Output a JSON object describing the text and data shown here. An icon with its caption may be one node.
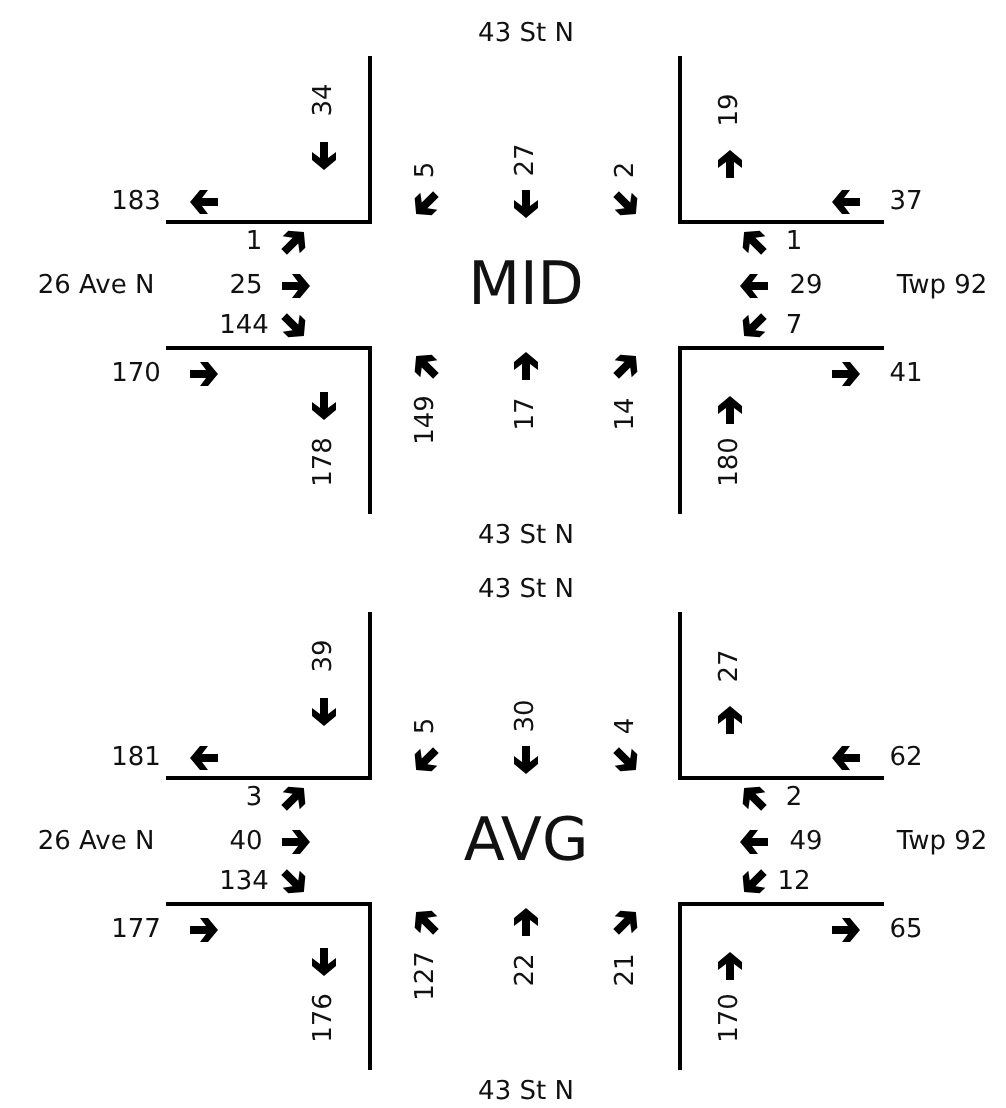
{
  "diagram": {
    "labels": [
      "43 St N",
      "34",
      "5",
      "27",
      "2",
      "19",
      "183",
      "37",
      "1",
      "1",
      "26 Ave N",
      "25",
      "MID",
      "29",
      "Twp 92",
      "144",
      "7",
      "170",
      "41",
      "149",
      "17",
      "14",
      "178",
      "180",
      "43 St N",
      "43 St N",
      "39",
      "5",
      "30",
      "4",
      "27",
      "181",
      "62",
      "3",
      "2",
      "26 Ave N",
      "40",
      "AVG",
      "49",
      "Twp 92",
      "134",
      "12",
      "177",
      "65",
      "127",
      "22",
      "21",
      "176",
      "170",
      "43 St N"
    ]
  }
}
